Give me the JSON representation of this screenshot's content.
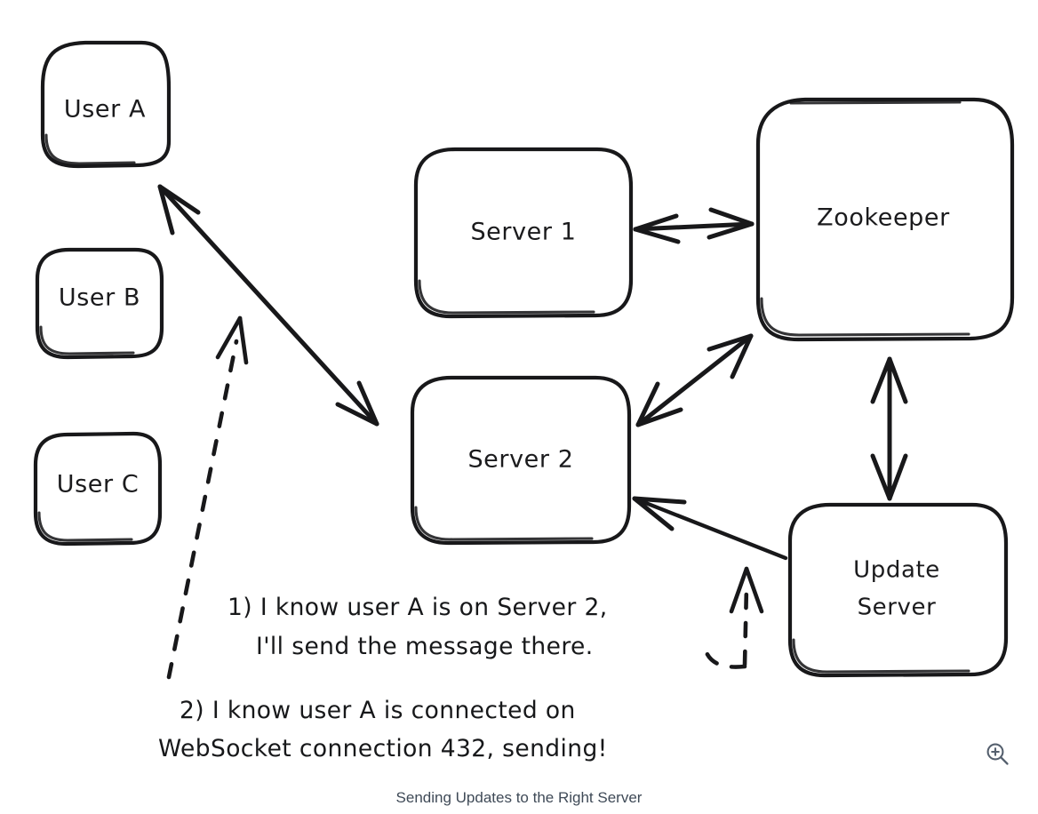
{
  "diagram": {
    "caption": "Sending Updates to the Right Server",
    "background_color": "#ffffff",
    "ink_color": "#18181a",
    "caption_color": "#3f4a57",
    "nodes": [
      {
        "id": "user-a",
        "label": "User A",
        "label_line1": "User A",
        "label_line2": ""
      },
      {
        "id": "user-b",
        "label": "User B",
        "label_line1": "User B",
        "label_line2": ""
      },
      {
        "id": "user-c",
        "label": "User C",
        "label_line1": "User C",
        "label_line2": ""
      },
      {
        "id": "server-1",
        "label": "Server 1",
        "label_line1": "Server 1",
        "label_line2": ""
      },
      {
        "id": "server-2",
        "label": "Server 2",
        "label_line1": "Server 2",
        "label_line2": ""
      },
      {
        "id": "zookeeper",
        "label": "Zookeeper",
        "label_line1": "Zookeeper",
        "label_line2": ""
      },
      {
        "id": "update-server",
        "label": "Update Server",
        "label_line1": "Update",
        "label_line2": "Server"
      }
    ],
    "connections": [
      {
        "id": "user-a-server-2",
        "from": "User A",
        "to": "Server 2",
        "style": "solid",
        "heads": "both"
      },
      {
        "id": "server-1-zookeeper",
        "from": "Server 1",
        "to": "Zookeeper",
        "style": "solid",
        "heads": "both"
      },
      {
        "id": "server-2-zookeeper",
        "from": "Server 2",
        "to": "Zookeeper",
        "style": "solid",
        "heads": "both"
      },
      {
        "id": "zookeeper-update-server",
        "from": "Zookeeper",
        "to": "Update Server",
        "style": "solid",
        "heads": "both"
      },
      {
        "id": "update-server-server-2",
        "from": "Update Server",
        "to": "Server 2",
        "style": "solid",
        "heads": "single"
      },
      {
        "id": "update-server-note-2",
        "from": "Update Server",
        "to": "note 2",
        "style": "dashed",
        "heads": "single"
      },
      {
        "id": "note-1-user-a",
        "from": "note 1",
        "to": "User A",
        "style": "dashed",
        "heads": "single"
      }
    ],
    "annotations": [
      {
        "id": "annotation-1",
        "line1": "1) I know user A is on Server 2,",
        "line2": "I'll send the message there."
      },
      {
        "id": "annotation-2",
        "line1": "2) I know user A is connected on",
        "line2": "WebSocket connection 432, sending!"
      }
    ]
  },
  "controls": {
    "zoom_in_icon": "zoom-in-magnifier-icon"
  }
}
